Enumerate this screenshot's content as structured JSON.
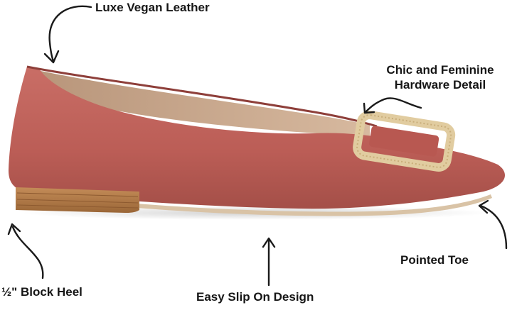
{
  "annotations": {
    "leather": "Luxe Vegan Leather",
    "hardware_line1": "Chic and Feminine",
    "hardware_line2": "Hardware Detail",
    "toe": "Pointed Toe",
    "heel": "½\" Block Heel",
    "slip_on": "Easy Slip On Design"
  },
  "colors": {
    "leather": "#c0645c",
    "leather_dark": "#9e4a44",
    "lining": "#c9a88e",
    "heel_wood": "#b07a48",
    "sole": "#d9c3a6",
    "hardware_gold": "#e3cfa4",
    "arrow": "#1a1a1a"
  }
}
